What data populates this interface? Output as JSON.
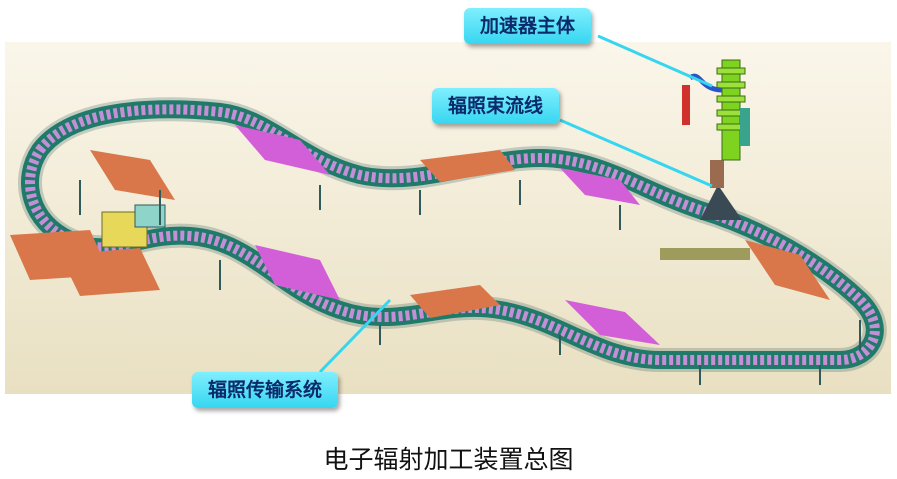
{
  "labels": {
    "accelerator": "加速器主体",
    "beam_line": "辐照束流线",
    "conveyor": "辐照传输系统"
  },
  "caption": "电子辐射加工装置总图",
  "colors": {
    "callout_fill": "#4fe3f7",
    "callout_text": "#0b2a6b",
    "frame_green": "#1f7a6a",
    "roller_magenta": "#d35fd8",
    "roller_orange": "#d9774a",
    "accelerator_green": "#7ed321",
    "background_tint": "#f3eedb"
  },
  "icons": [
    "accelerator-icon",
    "beam-line-icon",
    "conveyor-icon"
  ]
}
